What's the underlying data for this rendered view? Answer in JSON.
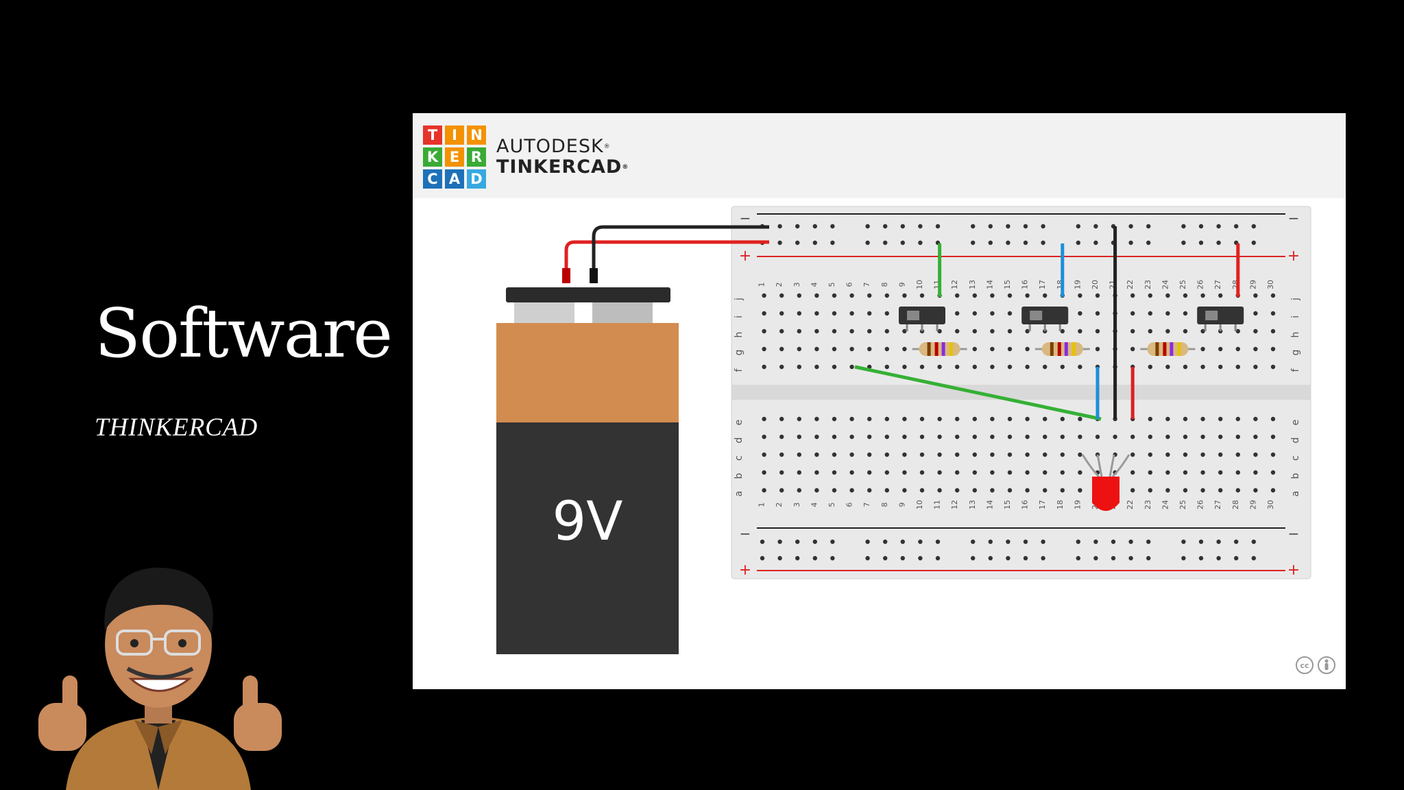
{
  "slide": {
    "title": "Software",
    "subtitle": "THINKERCAD"
  },
  "app": {
    "logo_letters": [
      "T",
      "I",
      "N",
      "K",
      "E",
      "R",
      "C",
      "A",
      "D"
    ],
    "logo_colors": [
      "#e6332a",
      "#f39200",
      "#f39200",
      "#3aaa35",
      "#f39200",
      "#3aaa35",
      "#1d71b8",
      "#1d71b8",
      "#36a9e1"
    ],
    "brand_top": "AUTODESK",
    "brand_bottom": "TINKERCAD",
    "trademark": "®"
  },
  "circuit": {
    "battery_label": "9V",
    "breadboard_columns": 30,
    "row_labels_top": [
      "j",
      "i",
      "h",
      "g",
      "f"
    ],
    "row_labels_bottom": [
      "e",
      "d",
      "c",
      "b",
      "a"
    ],
    "rail_minus": "−",
    "rail_plus": "+",
    "colors": {
      "battery_top": "#d38c4f",
      "battery_body": "#333333",
      "wire_red": "#e02020",
      "wire_black": "#222222",
      "wire_green": "#35b035",
      "wire_blue": "#1e8fd6",
      "led": "#ee1111",
      "breadboard": "#e9e9e9"
    }
  },
  "license_icons": [
    "cc-icon",
    "person-icon"
  ]
}
